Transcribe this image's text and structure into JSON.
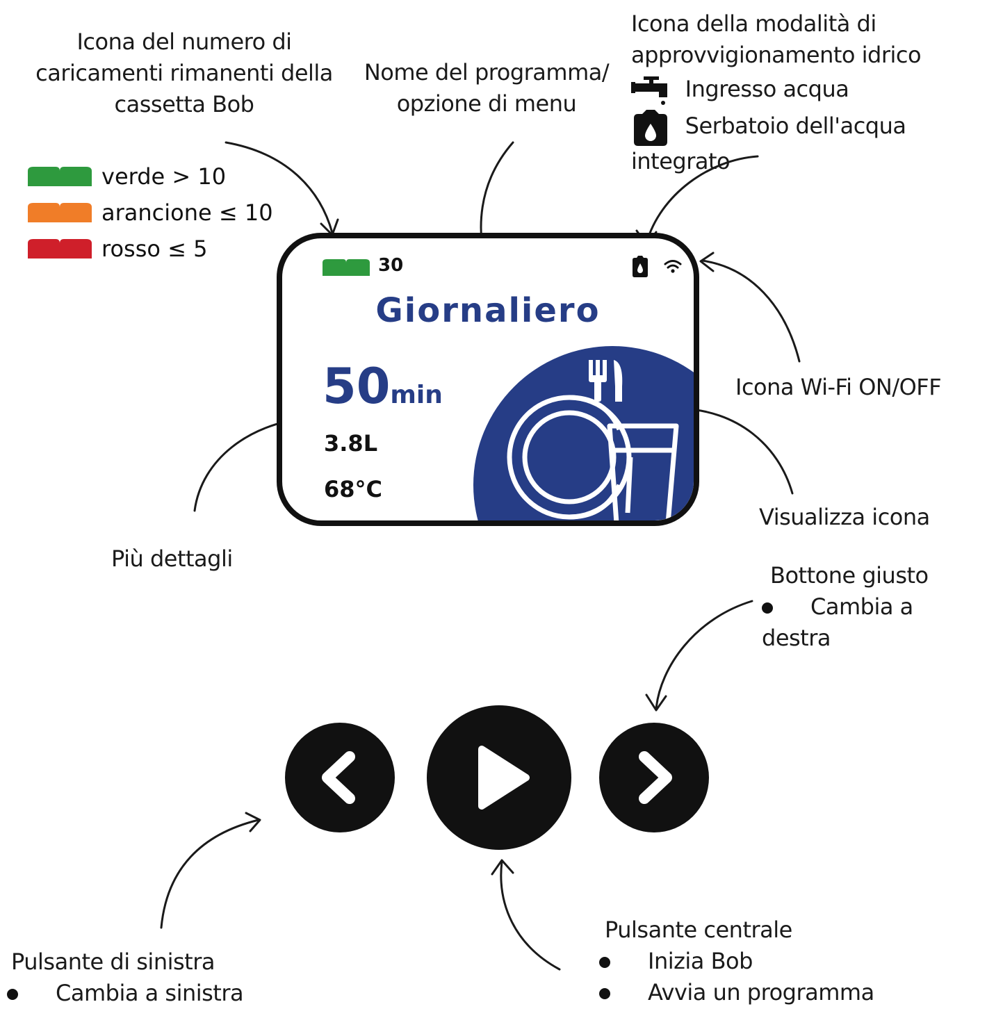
{
  "labels": {
    "cartridge_icon": [
      "Icona del numero di",
      "caricamenti rimanenti della",
      "cassetta Bob"
    ],
    "program_name": [
      "Nome del programma/",
      "opzione di menu"
    ],
    "water_mode": [
      "Icona della modalità di",
      "approvvigionamento idrico"
    ],
    "water_inlet": "Ingresso acqua",
    "water_tank": "Serbatoio dell'acqua integrato",
    "wifi": "Icona Wi-Fi ON/OFF",
    "display_icon": "Visualizza icona",
    "more_details": "Più dettagli"
  },
  "legend": [
    {
      "text": "verde > 10",
      "color": "#2e9a3e"
    },
    {
      "text": "arancione ≤ 10",
      "color": "#f07d28"
    },
    {
      "text": "rosso ≤ 5",
      "color": "#cf1f2a"
    }
  ],
  "screen": {
    "cartridge_count": "30",
    "cartridge_color": "#2e9a3e",
    "program_title": "Giornaliero",
    "time_value": "50",
    "time_unit": "min",
    "water": "3.8L",
    "temperature": "68°C",
    "accent_color": "#263d86",
    "water_mode_icon": "water-tank-icon",
    "wifi_icon": "wifi-icon",
    "program_icon": "dishes-cutlery-icon"
  },
  "buttons": {
    "right": {
      "title": "Bottone giusto",
      "items": [
        "Cambia a destra"
      ]
    },
    "center": {
      "title": "Pulsante centrale",
      "items": [
        "Inizia Bob",
        "Avvia un programma"
      ]
    },
    "left": {
      "title": "Pulsante di sinistra",
      "items": [
        "Cambia a sinistra"
      ]
    }
  }
}
